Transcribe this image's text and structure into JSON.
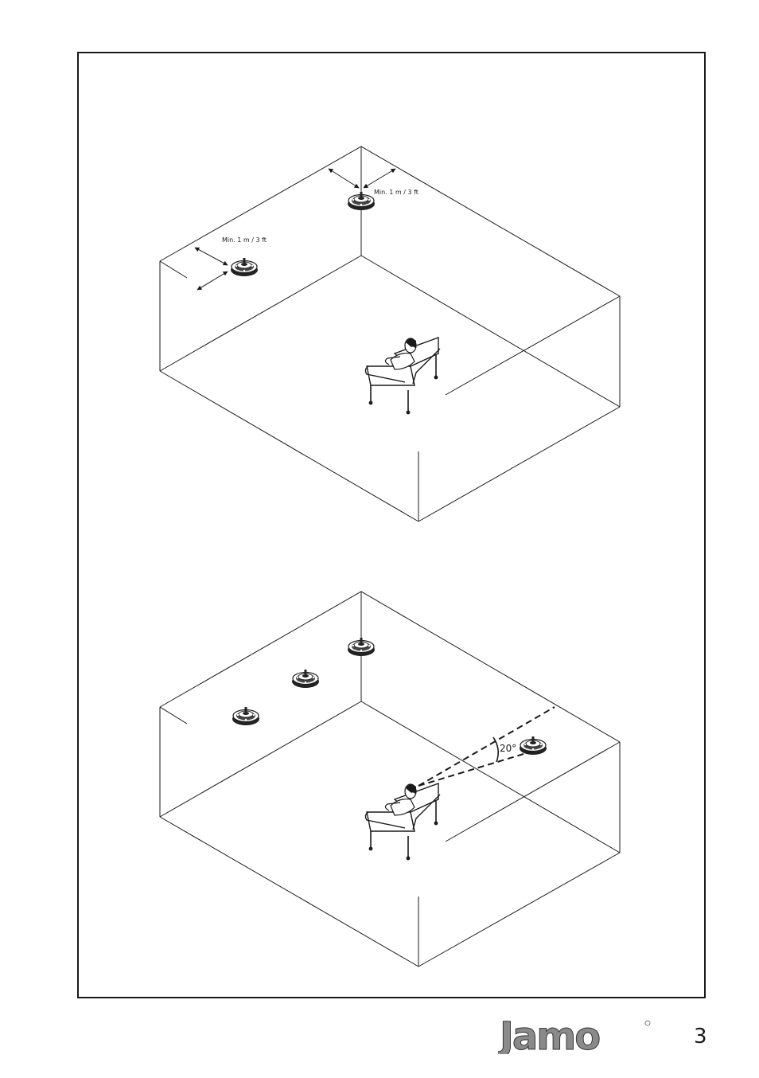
{
  "diagram_top": {
    "label_left": "Min. 1 m / 3 ft",
    "label_right": "Min. 1 m / 3 ft"
  },
  "diagram_bottom": {
    "angle_label": "20°"
  },
  "footer": {
    "logo_text": "Jamo",
    "page_number": "3"
  },
  "colors": {
    "line": "#1a1a1a",
    "logo_gray": "#8a8a8a"
  }
}
